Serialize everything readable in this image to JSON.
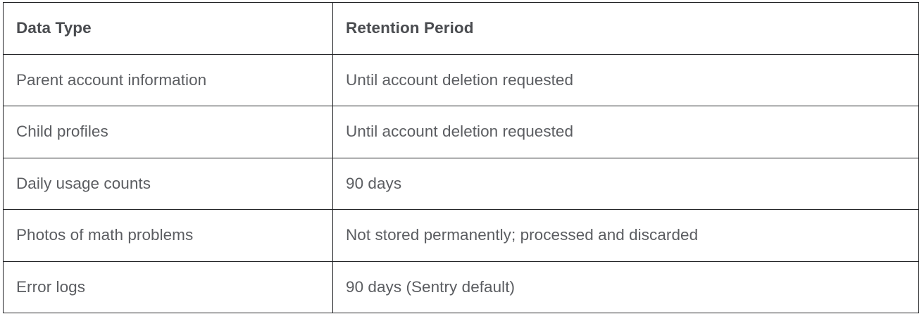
{
  "table": {
    "columns": [
      {
        "key": "data_type",
        "label": "Data Type"
      },
      {
        "key": "retention_period",
        "label": "Retention Period"
      }
    ],
    "rows": [
      {
        "data_type": "Parent account information",
        "retention_period": "Until account deletion requested"
      },
      {
        "data_type": "Child profiles",
        "retention_period": "Until account deletion requested"
      },
      {
        "data_type": "Daily usage counts",
        "retention_period": "90 days"
      },
      {
        "data_type": "Photos of math problems",
        "retention_period": "Not stored permanently; processed and discarded"
      },
      {
        "data_type": "Error logs",
        "retention_period": "90 days (Sentry default)"
      }
    ],
    "colors": {
      "border": "#222326",
      "header_text": "#4a4c50",
      "body_text": "#5b5d61",
      "background": "#ffffff"
    }
  }
}
